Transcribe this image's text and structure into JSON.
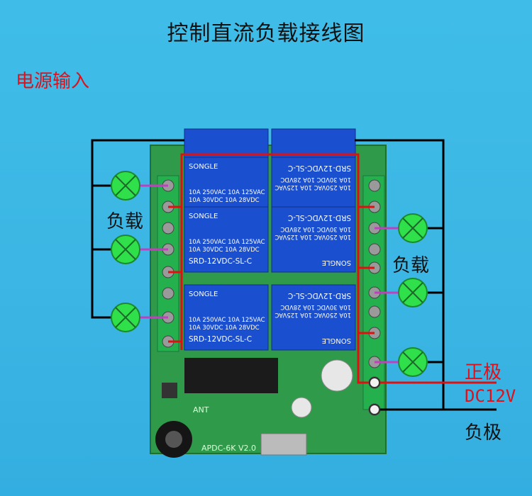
{
  "title": "控制直流负载接线图",
  "labels": {
    "power_input": "电源输入",
    "load_left": "负载",
    "load_right": "负载",
    "positive": "正极",
    "voltage": "DC12V",
    "negative": "负极"
  },
  "board": {
    "relay_specs": [
      "10A 250VAC  10A 125VAC",
      "10A  30VDC  10A 28VDC"
    ],
    "relay_model": "SRD-12VDC-SL-C",
    "relay_brand": "SONGLE",
    "model_silk": "APDC-6K V2.0",
    "ant_silk": "ANT"
  },
  "colors": {
    "wire_positive": "#e01010",
    "wire_negative": "#000000",
    "wire_load": "#c040c0",
    "lamp": "#2fe04a",
    "relay": "#1a4fd0",
    "pcb": "#2f9a4a",
    "terminal": "#25b04e"
  }
}
